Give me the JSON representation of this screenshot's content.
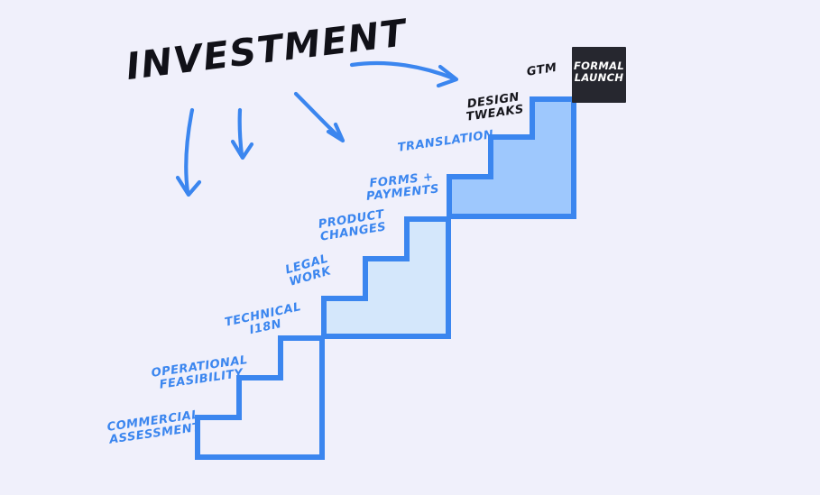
{
  "meta": {
    "background_color": "#f0f0fb",
    "stroke_color": "#3b86ef",
    "fill_top": "#9ec8fd",
    "fill_middle": "#d4e7fb",
    "fill_bottom": "#f0f0fb",
    "dark_box_color": "#26272f",
    "black_text_color": "#16161c",
    "blue_text_color": "#3b86ef"
  },
  "title": {
    "text": "INVESTMENT"
  },
  "launch_box": {
    "line1": "FORMAL",
    "line2": "LAUNCH"
  },
  "steps": {
    "bottom_group": [
      {
        "id": "commercial-assessment",
        "label": "COMMERCIAL\nASSESSMENT"
      },
      {
        "id": "operational-feasibility",
        "label": "OPERATIONAL\nFEASIBILITY"
      },
      {
        "id": "technical-i18n",
        "label": "TECHNICAL\nI18N"
      }
    ],
    "middle_group": [
      {
        "id": "legal-work",
        "label": "LEGAL\nWORK"
      },
      {
        "id": "product-changes",
        "label": "PRODUCT\nCHANGES"
      },
      {
        "id": "forms-payments",
        "label": "FORMS +\nPAYMENTS"
      }
    ],
    "top_group": [
      {
        "id": "translation",
        "label": "TRANSLATION"
      },
      {
        "id": "design-tweaks",
        "label": "DESIGN\nTWEAKS"
      },
      {
        "id": "gtm",
        "label": "GTM"
      }
    ]
  },
  "labels": {
    "commercial_assessment": "COMMERCIAL\nASSESSMENT",
    "operational_feasibility": "OPERATIONAL\nFEASIBILITY",
    "technical_i18n": "TECHNICAL\nI18N",
    "legal_work": "LEGAL\nWORK",
    "product_changes": "PRODUCT\nCHANGES",
    "forms_payments": "FORMS +\nPAYMENTS",
    "translation": "TRANSLATION",
    "design_tweaks": "DESIGN\nTWEAKS",
    "gtm": "GTM"
  },
  "arrows": [
    {
      "id": "arrow-to-launch",
      "direction": "right-curved"
    },
    {
      "id": "arrow-down-left",
      "direction": "down-curved-left"
    },
    {
      "id": "arrow-down-middle",
      "direction": "down"
    },
    {
      "id": "arrow-down-right",
      "direction": "down-right-diagonal"
    }
  ]
}
